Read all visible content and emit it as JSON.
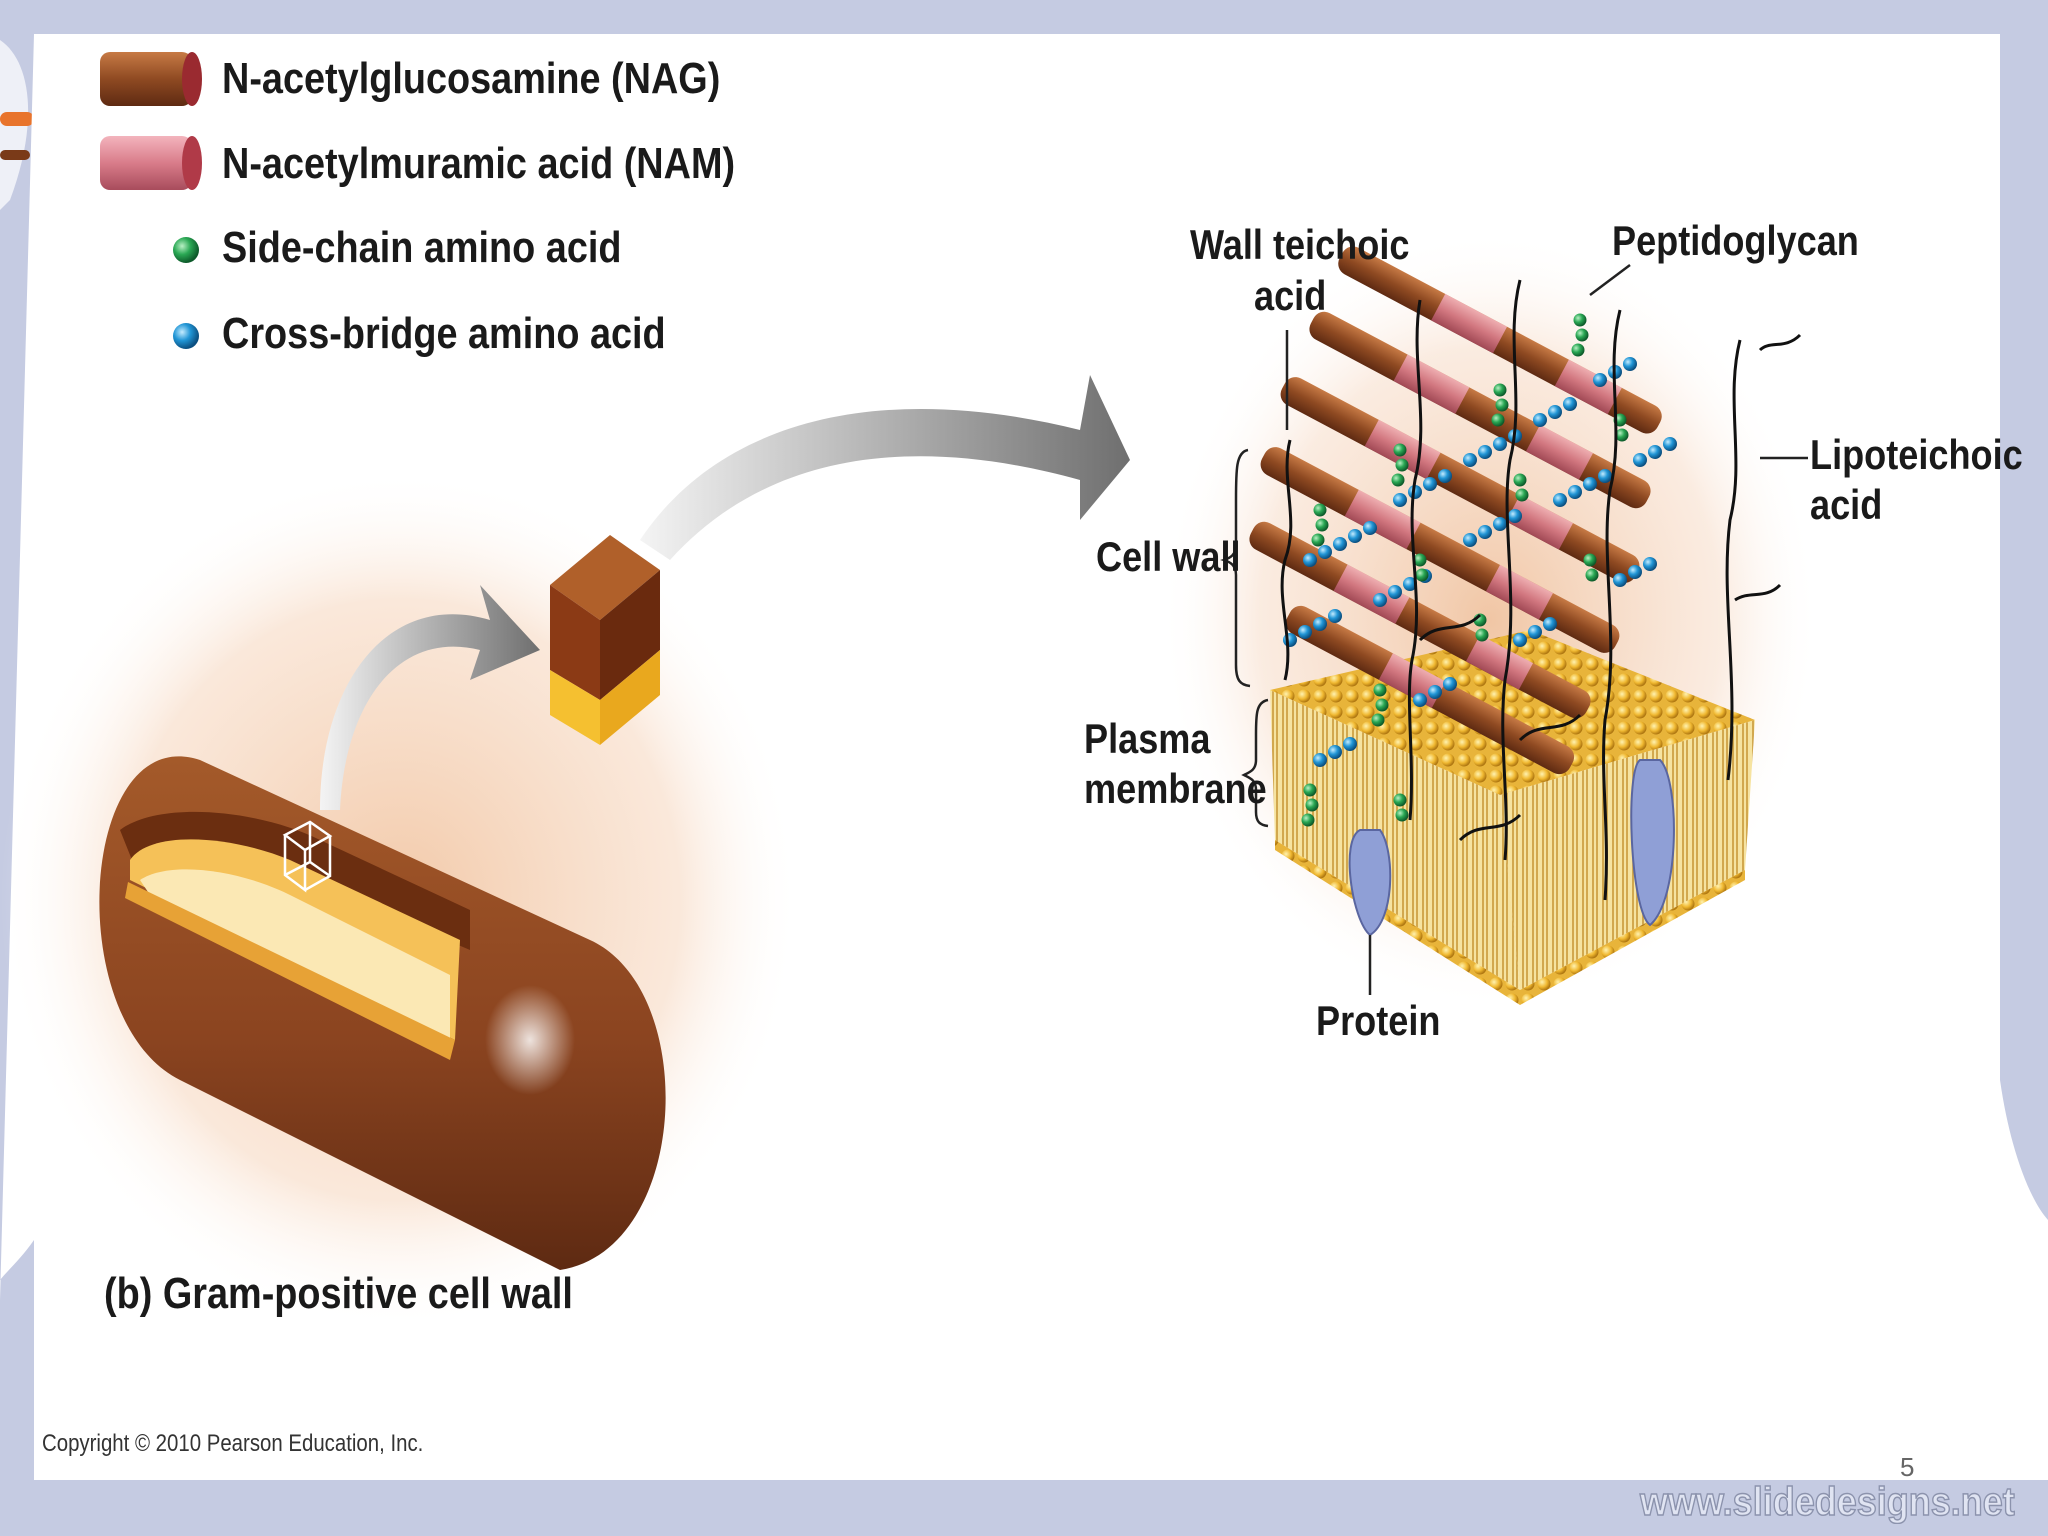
{
  "legend": {
    "items": [
      {
        "icon": "nag-cylinder-icon",
        "label": "N-acetylglucosamine (NAG)",
        "color": "#8b3f1c"
      },
      {
        "icon": "nam-cylinder-icon",
        "label": "N-acetylmuramic acid (NAM)",
        "color": "#d4707e"
      },
      {
        "icon": "green-sphere-icon",
        "label": "Side-chain amino acid",
        "color": "#1f9a45"
      },
      {
        "icon": "blue-sphere-icon",
        "label": "Cross-bridge amino acid",
        "color": "#1e90d8"
      }
    ]
  },
  "diagram": {
    "labels": {
      "wall_teichoic_line1": "Wall teichoic",
      "wall_teichoic_line2": "acid",
      "peptidoglycan": "Peptidoglycan",
      "lipoteichoic_line1": "Lipoteichoic",
      "lipoteichoic_line2": "acid",
      "cell_wall": "Cell wall",
      "plasma_membrane_line1": "Plasma",
      "plasma_membrane_line2": "membrane",
      "protein": "Protein"
    }
  },
  "caption": {
    "part": "(b)",
    "text": "Gram-positive cell wall"
  },
  "copyright": "Copyright © 2010 Pearson Education, Inc.",
  "slide_number": "5",
  "watermark": "www.slidedesigns.net",
  "colors": {
    "slide_background": "#c5cbe2",
    "panel": "#ffffff",
    "cell_brown": "#8b4a22",
    "membrane_yellow": "#f0c24a",
    "protein_blue": "#8f9fd6"
  }
}
